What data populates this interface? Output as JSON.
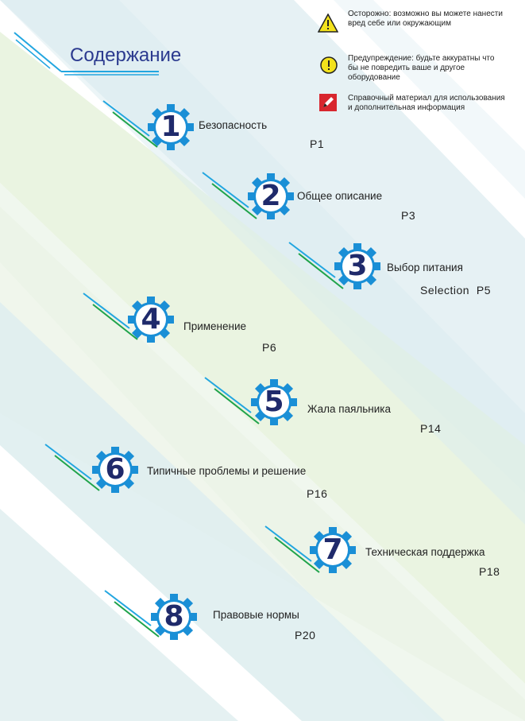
{
  "title": "Содержание",
  "legend": [
    {
      "icon": "warning-triangle-icon",
      "text": "Осторожно: возможно вы можете нанести вред себе или окружающим"
    },
    {
      "icon": "caution-circle-icon",
      "text": "Предупреждение: будьте аккуратны что бы не повредить ваше и другое оборудование"
    },
    {
      "icon": "pencil-reference-icon",
      "text": "Справочный материал для использования и дополнительная информация"
    }
  ],
  "items": [
    {
      "number": "1",
      "label": "Безопасность",
      "page": "P1"
    },
    {
      "number": "2",
      "label": "Общее описание",
      "page": "P3"
    },
    {
      "number": "3",
      "label": "Выбор питания",
      "page": "Selection  P5"
    },
    {
      "number": "4",
      "label": "Применение",
      "page": "P6"
    },
    {
      "number": "5",
      "label": "Жала паяльника",
      "page": "P14"
    },
    {
      "number": "6",
      "label": "Типичные проблемы и решение",
      "page": "P16"
    },
    {
      "number": "7",
      "label": "Техническая поддержка",
      "page": "P18"
    },
    {
      "number": "8",
      "label": "Правовые нормы",
      "page": "P20"
    }
  ],
  "colors": {
    "gear": "#1a8fd6",
    "number": "#1f2a6b",
    "title": "#2b3a8f",
    "line_blue": "#22a6e0",
    "line_green": "#1fa34a"
  }
}
